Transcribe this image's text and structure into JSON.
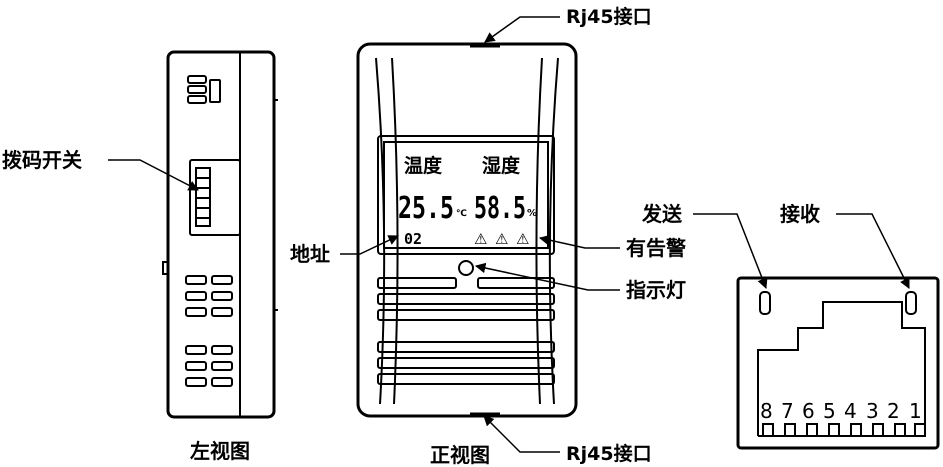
{
  "labels": {
    "rj45_top": "Rj45接口",
    "rj45_bottom": "Rj45接口",
    "dip_switch": "拨码开关",
    "address": "地址",
    "alarm": "有告警",
    "indicator": "指示灯",
    "send": "发送",
    "receive": "接收",
    "left_view": "左视图",
    "front_view": "正视图"
  },
  "lcd": {
    "temp_label": "温度",
    "humidity_label": "湿度",
    "temp_value": "25.5",
    "temp_unit": "℃",
    "humidity_value": "58.5",
    "humidity_unit": "%",
    "address_value": "02",
    "warning_symbol": "⚠"
  },
  "rj45": {
    "pins": [
      "8",
      "7",
      "6",
      "5",
      "4",
      "3",
      "2",
      "1"
    ]
  }
}
